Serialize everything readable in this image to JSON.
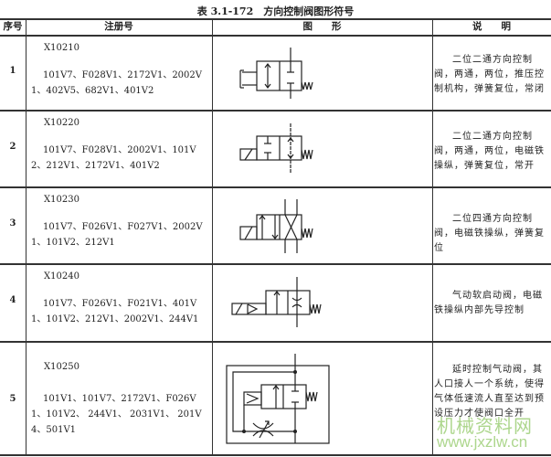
{
  "title": "表 3.1-172　方向控制阀图形符号",
  "headers": {
    "seq": "序号",
    "reg": "注册号",
    "fig": "图　　形",
    "desc": "说　　明"
  },
  "rows": [
    {
      "seq": "1",
      "code": "X10210",
      "list": "101V7、F028V1、2172V1、2002V1、402V5、682V1、401V2",
      "desc": "二位二通方向控制阀，两通，两位，推压控制机构，弹簧复位，常闭",
      "symbol": "2-2-valve-push-button-spring-normally-closed"
    },
    {
      "seq": "2",
      "code": "X10220",
      "list": "101V7、F028V1、2002V1、101V2、212V1、2172V1、401V2",
      "desc": "二位二通方向控制阀，两通，两位，电磁铁操纵，弹簧复位，常开",
      "symbol": "2-2-valve-solenoid-spring-normally-open"
    },
    {
      "seq": "3",
      "code": "X10230",
      "list": "101V7、F026V1、F027V1、2002V1、101V2、212V1",
      "desc": "二位四通方向控制阀，电磁铁操纵，弹簧复位",
      "symbol": "2-4-valve-solenoid-spring"
    },
    {
      "seq": "4",
      "code": "X10240",
      "list": "101V7、F026V1、F021V1、401V1、101V2、212V1、2002V1、244V1",
      "desc": "气动软启动阀，电磁铁操纵内部先导控制",
      "symbol": "soft-start-valve-solenoid-pilot"
    },
    {
      "seq": "5",
      "code": "X10250",
      "list": "101V1、101V7、2172V1、F026V1、101V2、 244V1、 2031V1、 201V4、501V1",
      "desc": "延时控制气动阀，其人口接人一个系统，使得气体低速流人直至达到预设压力才使阀口全开",
      "symbol": "time-delay-pneumatic-valve"
    }
  ],
  "watermark": {
    "line1": "机械资料网",
    "line2": "www.jxzlw.cn",
    "color": "#9fd07a"
  }
}
